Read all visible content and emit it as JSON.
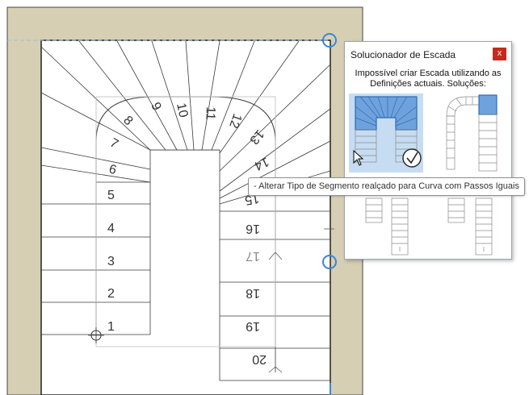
{
  "dialog": {
    "title": "Solucionador de Escada",
    "close_label": "x",
    "message_line1": "Impossível criar Escada utilizando as",
    "message_line2": "Definições actuais. Soluções:"
  },
  "tooltip": {
    "text": "- Alterar Tipo de Segmento realçado para Curva com Passos Iguais"
  },
  "stair": {
    "tread_labels": [
      "1",
      "2",
      "3",
      "4",
      "5",
      "6",
      "7",
      "8",
      "9",
      "10",
      "11",
      "12",
      "13",
      "14",
      "15",
      "16",
      "17",
      "18",
      "19",
      "20"
    ]
  },
  "colors": {
    "wall_fill": "#d6cfb4",
    "selection_blue": "#3a86d8",
    "selected_solution_bg": "#c6dcf2",
    "close_red": "#c42b1c"
  }
}
